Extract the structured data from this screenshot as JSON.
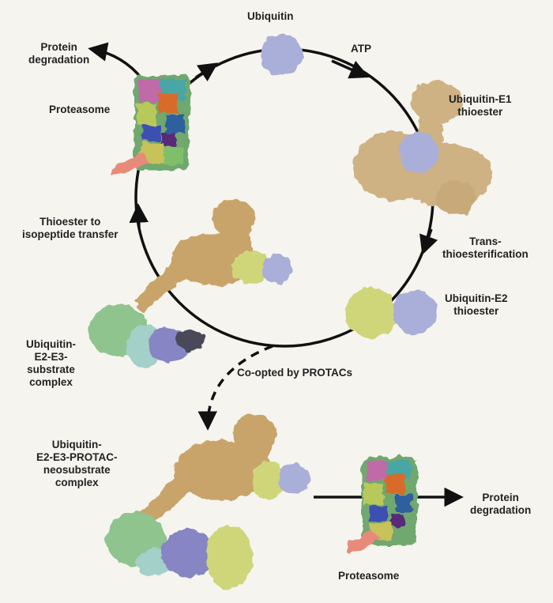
{
  "labels": {
    "ubiquitin": "Ubiquitin",
    "atp": "ATP",
    "e1": [
      "Ubiquitin-E1",
      "thioester"
    ],
    "trans": [
      "Trans-",
      "thioesterification"
    ],
    "e2": [
      "Ubiquitin-E2",
      "thioester"
    ],
    "coopted": "Co-opted by PROTACs",
    "substrate_complex": [
      "Ubiquitin-",
      "E2-E3-",
      "substrate",
      "complex"
    ],
    "isopeptide": [
      "Thioester to",
      "isopeptide transfer"
    ],
    "proteasome_top": "Proteasome",
    "degradation_top": [
      "Protein",
      "degradation"
    ],
    "protac_complex": [
      "Ubiquitin-",
      "E2-E3-PROTAC-",
      "neosubstrate",
      "complex"
    ],
    "proteasome_bottom": "Proteasome",
    "degradation_bottom": [
      "Protein",
      "degradation"
    ]
  },
  "colors": {
    "background": "#f6f4ee",
    "ubiquitin": "#a9afd8",
    "e1": "#cfb284",
    "e3_scaffold": "#c9a46a",
    "e2": "#cfd67a",
    "substrate_green": "#8fc48f",
    "substrate_purple": "#8785c4",
    "arrow": "#111111"
  }
}
